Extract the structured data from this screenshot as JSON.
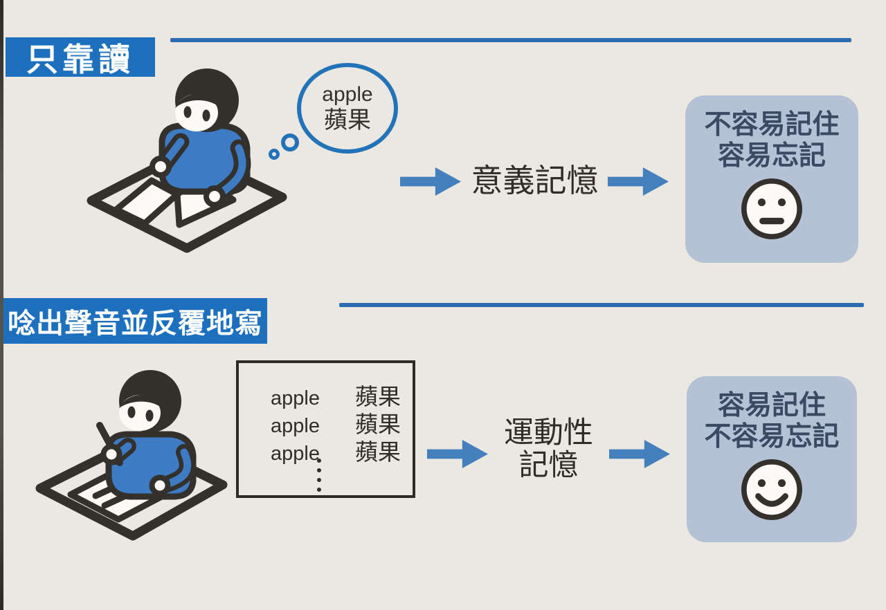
{
  "colors": {
    "paper_bg": "#ebe8e1",
    "banner_blue": "#1c70bd",
    "rule_blue": "#2c6cb2",
    "arrow_blue": "#4380bd",
    "bubble_blue": "#2273b9",
    "result_box_bg": "#b5c2d6",
    "result_text": "#3b4a63",
    "ink": "#34312d",
    "shirt_blue": "#3d7cc5"
  },
  "top_section": {
    "banner": "只靠讀",
    "thought_bubble": {
      "en": "apple",
      "zh": "蘋果"
    },
    "process_label": "意義記憶",
    "result": {
      "line1": "不容易記住",
      "line2": "容易忘記",
      "face": "neutral-face"
    }
  },
  "bottom_section": {
    "banner": "唸出聲音並反覆地寫",
    "practice_box": {
      "rows": [
        {
          "en": "apple",
          "zh": "蘋果"
        },
        {
          "en": "apple",
          "zh": "蘋果"
        },
        {
          "en": "apple",
          "zh": "蘋果"
        }
      ],
      "ellipsis": "vertical-dots"
    },
    "process_label": {
      "line1": "運動性",
      "line2": "記憶"
    },
    "result": {
      "line1": "容易記住",
      "line2": "不容易忘記",
      "face": "smiley-face"
    }
  }
}
